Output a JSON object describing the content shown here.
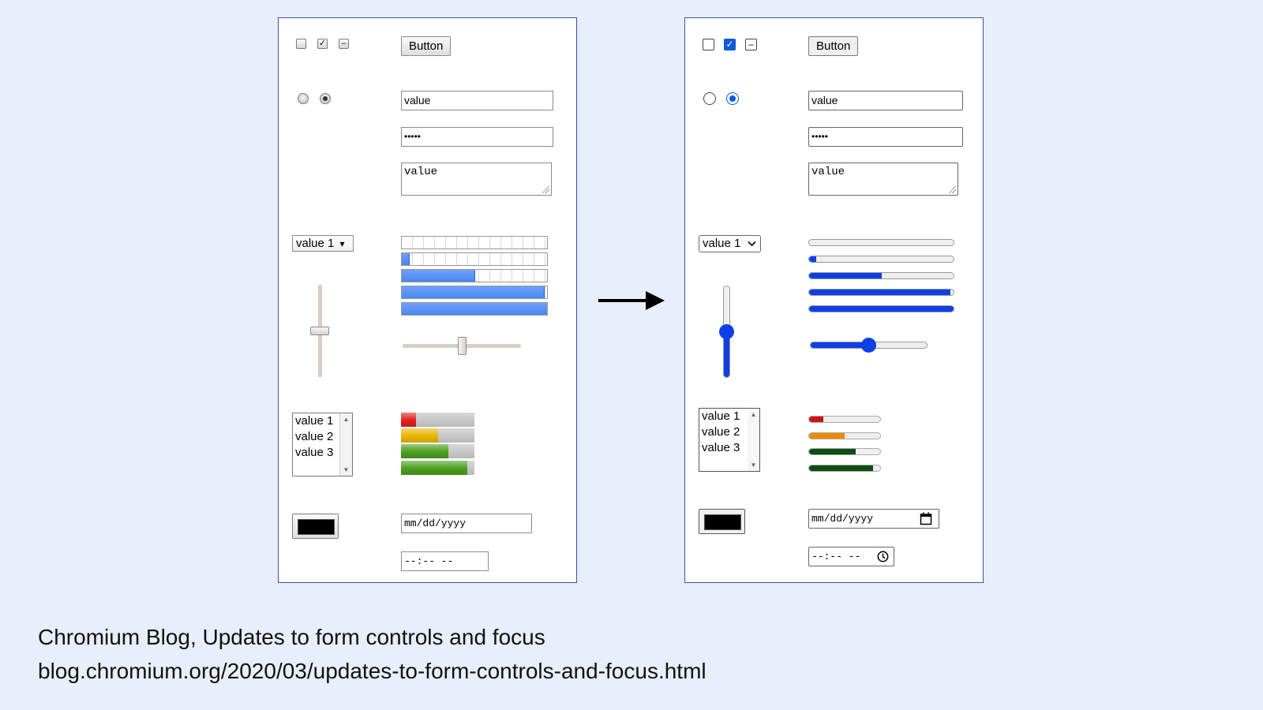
{
  "colors": {
    "background": "#e8eefa",
    "panel_border": "#3a4fb5",
    "new_accent": "#0f3fe6",
    "old_progress": "#4a86f0",
    "meter_red": "#e0201b",
    "meter_yellow": "#e8b400",
    "meter_green": "#4a9e1e",
    "new_meter_red": "#c91414",
    "new_meter_orange": "#f08a00",
    "new_meter_green": "#0d4d12"
  },
  "old_panel": {
    "button_label": "Button",
    "text_value": "value",
    "password_value": "•••••",
    "textarea_value": "value",
    "select_value": "value 1",
    "select_arrow": "▾",
    "listbox_options": [
      "value 1",
      "value 2",
      "value 3"
    ],
    "date_placeholder": "mm/dd/yyyy",
    "time_placeholder": "--:-- --",
    "checkbox_checked_glyph": "✓",
    "checkbox_mixed_glyph": "–",
    "progress_values": [
      0,
      0.05,
      0.5,
      0.98,
      1.0
    ],
    "vertical_slider_value": 0.5,
    "horizontal_slider_value": 0.5,
    "meters": [
      {
        "value": 0.2,
        "color": "#e0201b"
      },
      {
        "value": 0.5,
        "color": "#e8b400"
      },
      {
        "value": 0.65,
        "color": "#4a9e1e"
      },
      {
        "value": 0.9,
        "color": "#4a9e1e"
      }
    ]
  },
  "new_panel": {
    "button_label": "Button",
    "text_value": "value",
    "password_value": "•••••",
    "textarea_value": "value",
    "select_value": "value 1",
    "select_chevron_icon": "chevron-down-icon",
    "listbox_options": [
      "value 1",
      "value 2",
      "value 3"
    ],
    "date_placeholder": "mm/dd/yyyy",
    "time_placeholder": "--:-- --",
    "calendar_icon": "calendar-icon",
    "clock_icon": "clock-icon",
    "checkbox_checked_glyph": "✓",
    "checkbox_mixed_glyph": "–",
    "progress_values": [
      0,
      0.05,
      0.5,
      0.98,
      1.0
    ],
    "vertical_slider_value": 0.5,
    "horizontal_slider_value": 0.5,
    "meters": [
      {
        "value": 0.2,
        "color": "#c91414"
      },
      {
        "value": 0.5,
        "color": "#f08a00"
      },
      {
        "value": 0.65,
        "color": "#0d4d12"
      },
      {
        "value": 0.9,
        "color": "#0d4d12"
      }
    ]
  },
  "caption": {
    "title": "Chromium Blog, Updates to form controls and focus",
    "url": "blog.chromium.org/2020/03/updates-to-form-controls-and-focus.html"
  }
}
